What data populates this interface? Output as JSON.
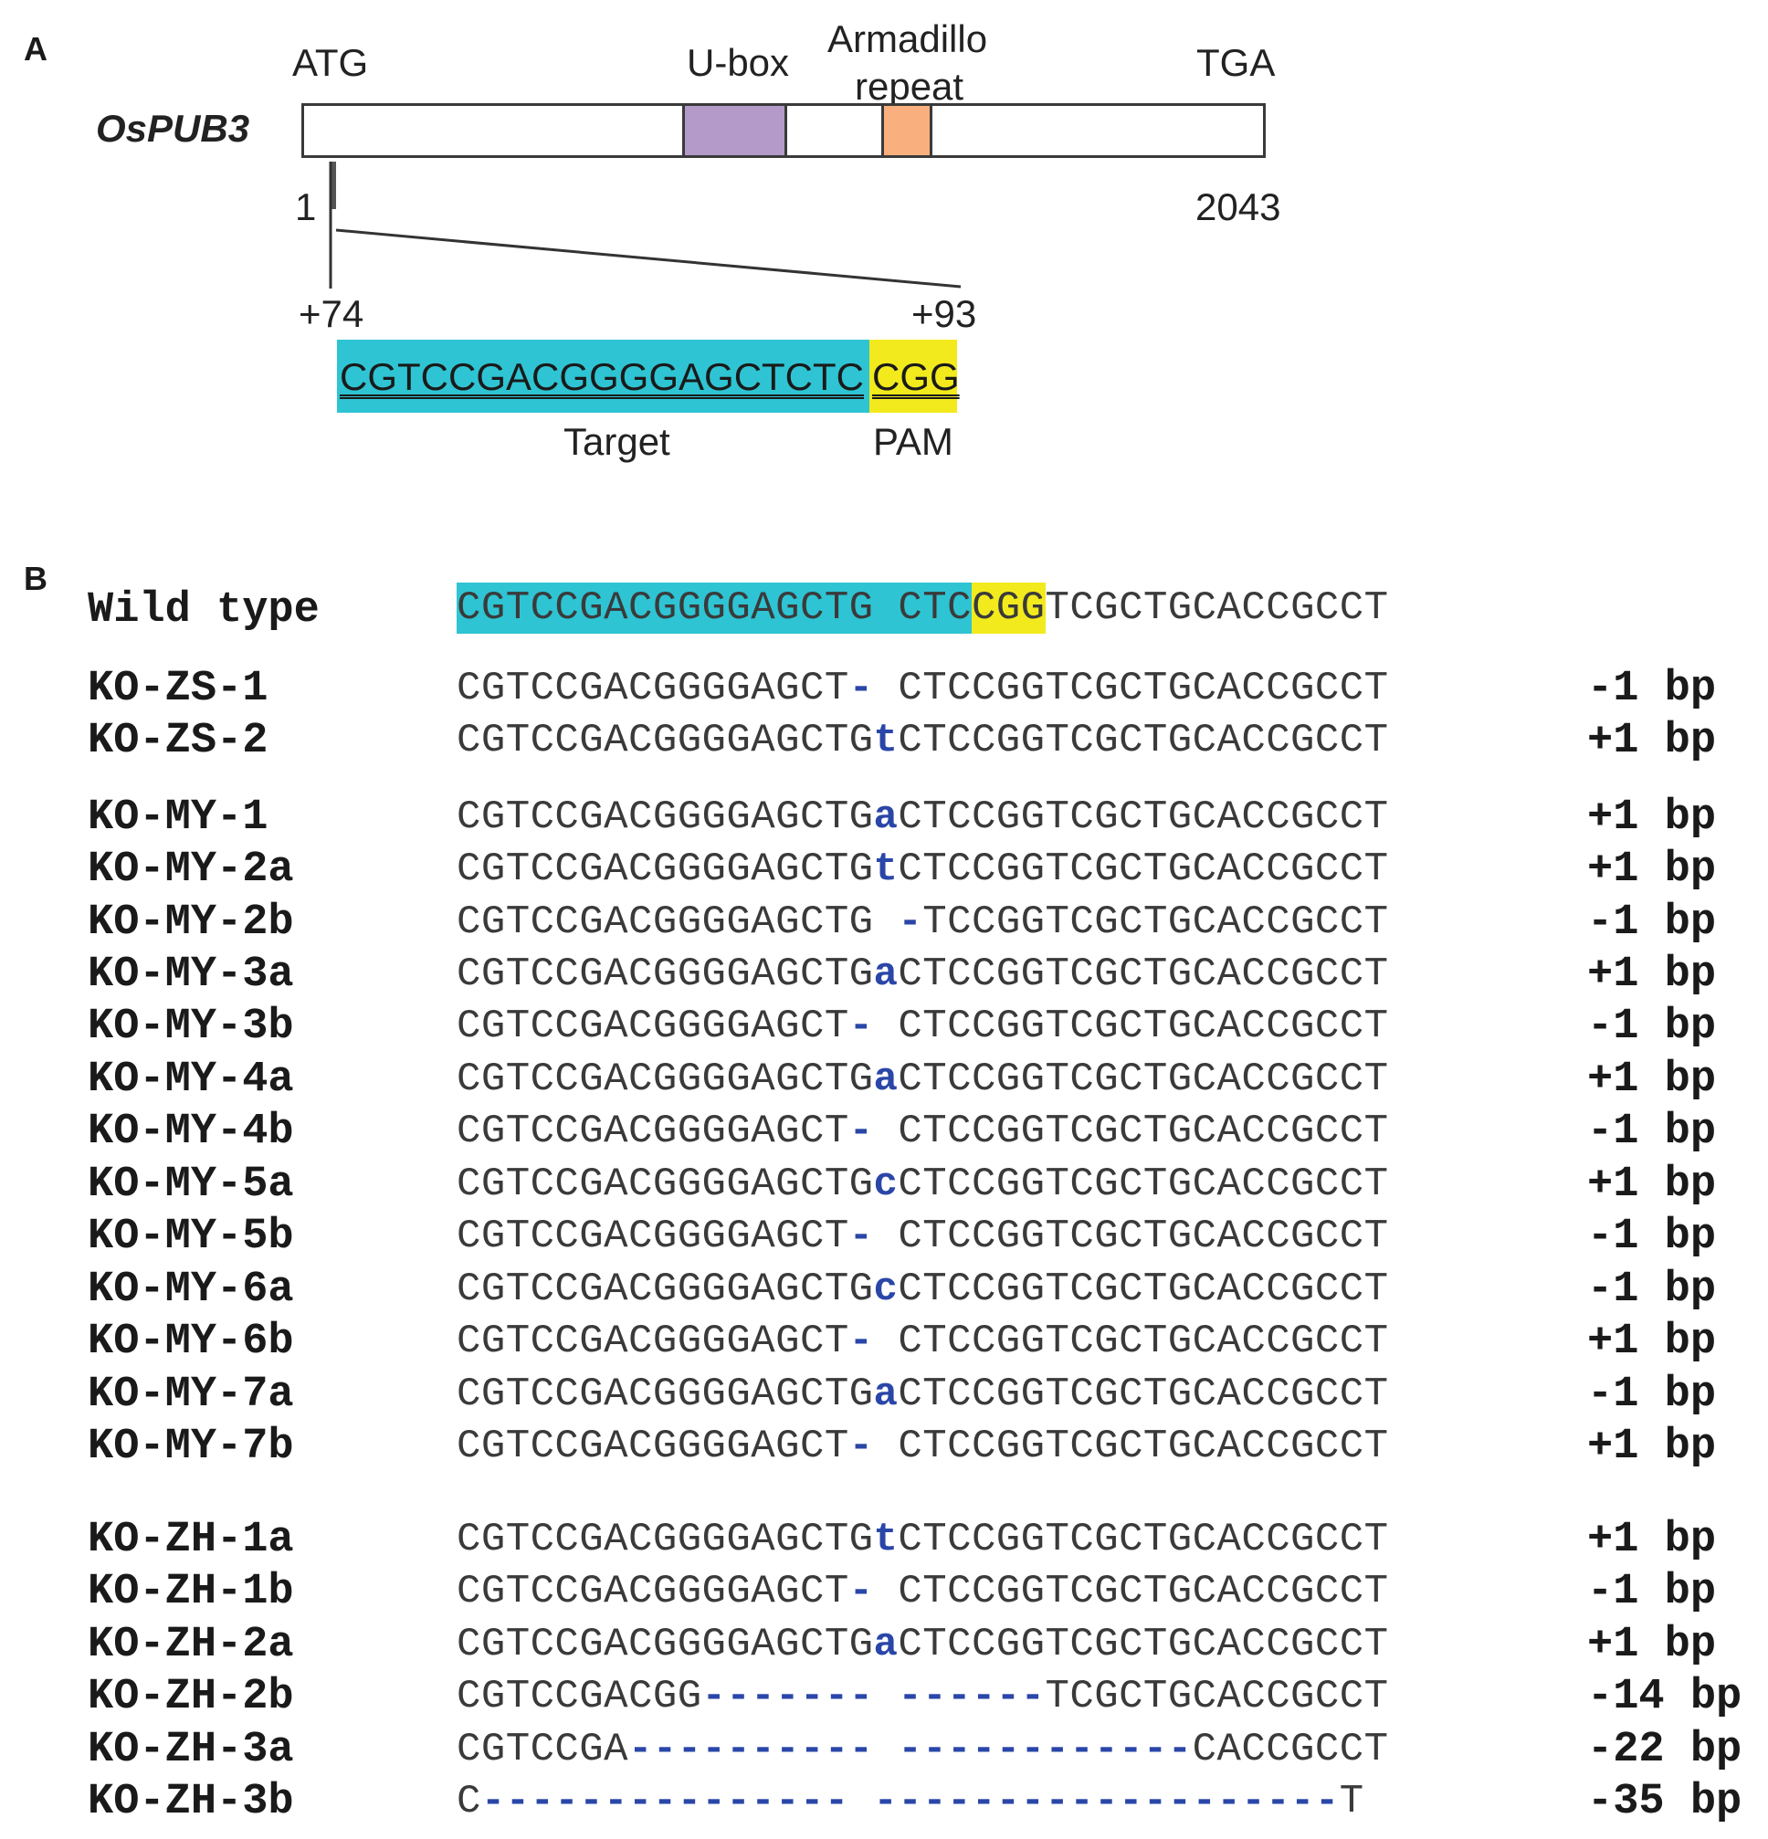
{
  "panel_a": {
    "label": "A",
    "gene_name": "OsPUB3",
    "start_codon": "ATG",
    "stop_codon": "TGA",
    "domain_ubox": "U-box",
    "domain_arm_line1": "Armadillo",
    "domain_arm_line2": "repeat",
    "pos_start": "1",
    "pos_end": "2043",
    "target_start": "+74",
    "target_end": "+93",
    "target_seq": "CGTCCGACGGGGAGCTCTC",
    "pam_seq": "CGG",
    "target_label": "Target",
    "pam_label": "PAM",
    "colors": {
      "ubox": "#b39ac8",
      "armadillo": "#f9b07e",
      "target": "#2ec4d3",
      "pam": "#f2ea1c"
    }
  },
  "panel_b": {
    "label": "B",
    "wild_type": {
      "name": "Wild type",
      "target": "CGTCCGACGGGGAGCTG CTC",
      "pam": "CGG",
      "rest": "TCGCTGCACCGCCT"
    },
    "rows": [
      {
        "name": "KO-ZS-1",
        "pre": "CGTCCGACGGGGAGCT",
        "mut": "-",
        "post": " CTCCGGTCGCTGCACCGCCT",
        "delta": "-1 bp"
      },
      {
        "name": "KO-ZS-2",
        "pre": "CGTCCGACGGGGAGCTG",
        "mut": "t",
        "post": "CTCCGGTCGCTGCACCGCCT",
        "delta": "+1 bp"
      },
      {
        "name": "KO-MY-1",
        "pre": "CGTCCGACGGGGAGCTG",
        "mut": "a",
        "post": "CTCCGGTCGCTGCACCGCCT",
        "delta": "+1 bp"
      },
      {
        "name": "KO-MY-2a",
        "pre": "CGTCCGACGGGGAGCTG",
        "mut": "t",
        "post": "CTCCGGTCGCTGCACCGCCT",
        "delta": "+1 bp"
      },
      {
        "name": "KO-MY-2b",
        "pre": "CGTCCGACGGGGAGCTG ",
        "mut": "-",
        "post": "TCCGGTCGCTGCACCGCCT",
        "delta": "-1 bp"
      },
      {
        "name": "KO-MY-3a",
        "pre": "CGTCCGACGGGGAGCTG",
        "mut": "a",
        "post": "CTCCGGTCGCTGCACCGCCT",
        "delta": "+1 bp"
      },
      {
        "name": "KO-MY-3b",
        "pre": "CGTCCGACGGGGAGCT",
        "mut": "-",
        "post": " CTCCGGTCGCTGCACCGCCT",
        "delta": "-1 bp"
      },
      {
        "name": "KO-MY-4a",
        "pre": "CGTCCGACGGGGAGCTG",
        "mut": "a",
        "post": "CTCCGGTCGCTGCACCGCCT",
        "delta": "+1 bp"
      },
      {
        "name": "KO-MY-4b",
        "pre": "CGTCCGACGGGGAGCT",
        "mut": "-",
        "post": " CTCCGGTCGCTGCACCGCCT",
        "delta": "-1 bp"
      },
      {
        "name": "KO-MY-5a",
        "pre": "CGTCCGACGGGGAGCTG",
        "mut": "c",
        "post": "CTCCGGTCGCTGCACCGCCT",
        "delta": "+1 bp"
      },
      {
        "name": "KO-MY-5b",
        "pre": "CGTCCGACGGGGAGCT",
        "mut": "-",
        "post": " CTCCGGTCGCTGCACCGCCT",
        "delta": "-1 bp"
      },
      {
        "name": "KO-MY-6a",
        "pre": "CGTCCGACGGGGAGCTG",
        "mut": "c",
        "post": "CTCCGGTCGCTGCACCGCCT",
        "delta": "-1 bp"
      },
      {
        "name": "KO-MY-6b",
        "pre": "CGTCCGACGGGGAGCT",
        "mut": "-",
        "post": " CTCCGGTCGCTGCACCGCCT",
        "delta": "+1 bp"
      },
      {
        "name": "KO-MY-7a",
        "pre": "CGTCCGACGGGGAGCTG",
        "mut": "a",
        "post": "CTCCGGTCGCTGCACCGCCT",
        "delta": "-1 bp"
      },
      {
        "name": "KO-MY-7b",
        "pre": "CGTCCGACGGGGAGCT",
        "mut": "-",
        "post": " CTCCGGTCGCTGCACCGCCT",
        "delta": "+1 bp"
      },
      {
        "name": "KO-ZH-1a",
        "pre": "CGTCCGACGGGGAGCTG",
        "mut": "t",
        "post": "CTCCGGTCGCTGCACCGCCT",
        "delta": "+1 bp"
      },
      {
        "name": "KO-ZH-1b",
        "pre": "CGTCCGACGGGGAGCT",
        "mut": "-",
        "post": " CTCCGGTCGCTGCACCGCCT",
        "delta": "-1 bp"
      },
      {
        "name": "KO-ZH-2a",
        "pre": "CGTCCGACGGGGAGCTG",
        "mut": "a",
        "post": "CTCCGGTCGCTGCACCGCCT",
        "delta": "+1 bp"
      },
      {
        "name": "KO-ZH-2b",
        "pre": "CGTCCGACGG",
        "mut": "------- ------",
        "post": "TCGCTGCACCGCCT",
        "delta": "-14 bp"
      },
      {
        "name": "KO-ZH-3a",
        "pre": "CGTCCGA",
        "mut": "---------- ------------",
        "post": "CACCGCCT",
        "delta": "-22 bp"
      },
      {
        "name": "KO-ZH-3b",
        "pre": "C",
        "mut": "--------------- -------------------",
        "post": "T",
        "delta": "-35 bp"
      }
    ]
  }
}
